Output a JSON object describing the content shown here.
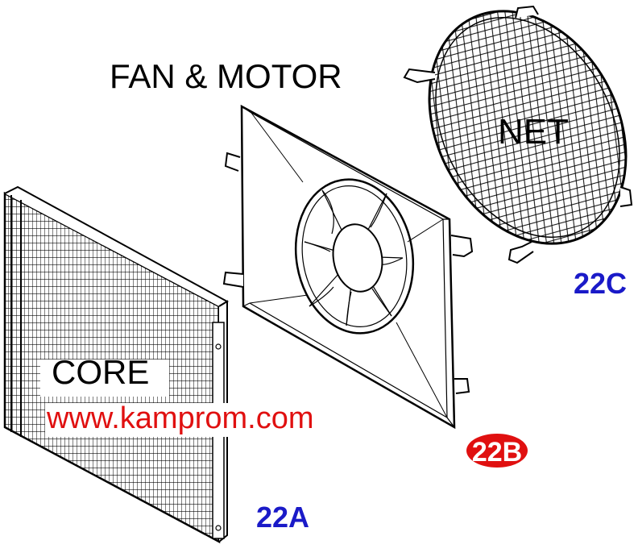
{
  "labels": {
    "fan_motor": "FAN & MOTOR",
    "net": "NET",
    "core": "CORE",
    "url": "www.kamprom.com",
    "part_22a": "22A",
    "part_22b": "22B",
    "part_22c": "22C"
  },
  "colors": {
    "line": "#000000",
    "url": "#e01010",
    "part_number": "#1a1ac8",
    "badge_fill": "#e01010"
  }
}
